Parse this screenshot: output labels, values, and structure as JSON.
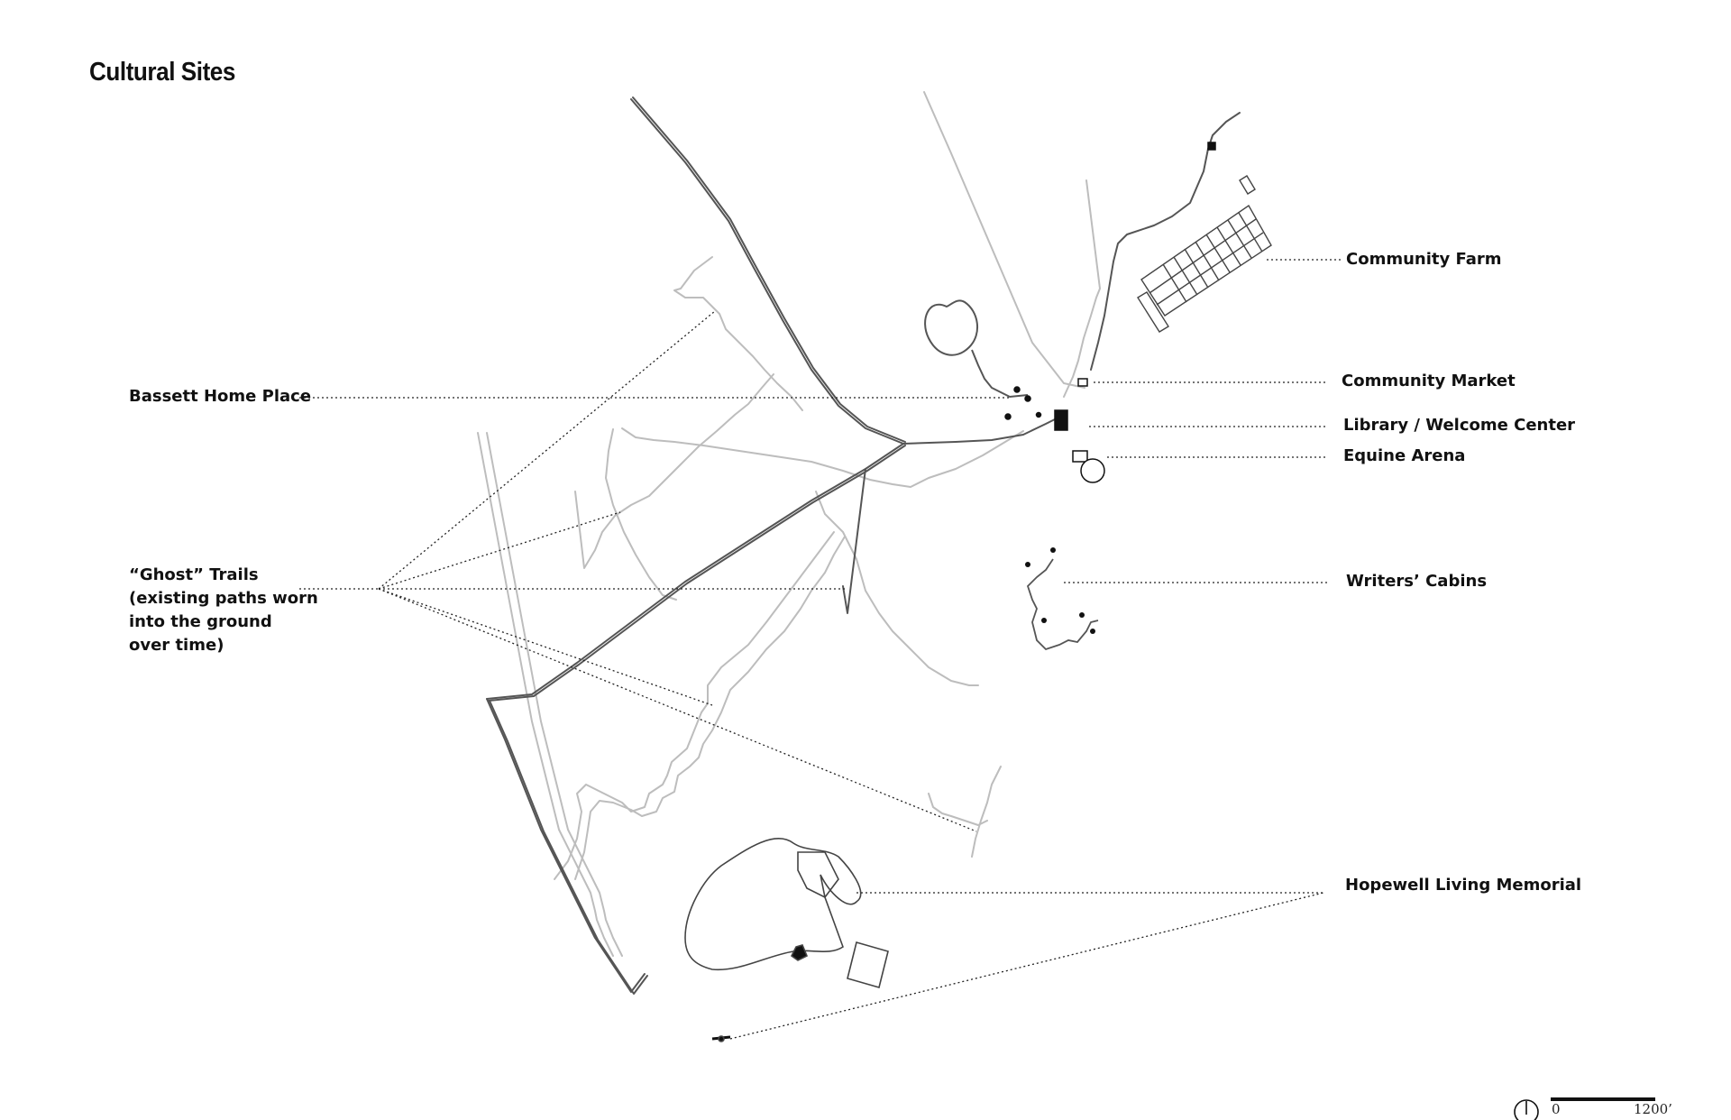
{
  "title": "Cultural Sites",
  "labels": {
    "community_farm": "Community Farm",
    "community_market": "Community Market",
    "bassett_home_place": "Bassett Home Place",
    "library_welcome_center": "Library / Welcome Center",
    "equine_arena": "Equine Arena",
    "writers_cabins": "Writers’ Cabins",
    "ghost_trails": {
      "line1": "“Ghost” Trails",
      "line2": "(existing paths worn",
      "line3": "into the ground",
      "line4": "over time)"
    },
    "hopewell_living_memorial": "Hopewell Living Memorial"
  },
  "scale_bar": {
    "start": "0",
    "end": "1200’"
  },
  "colors": {
    "trail_light": "#bdbdbd",
    "path_dark": "#555555",
    "leader": "#222222",
    "building": "#111111"
  }
}
